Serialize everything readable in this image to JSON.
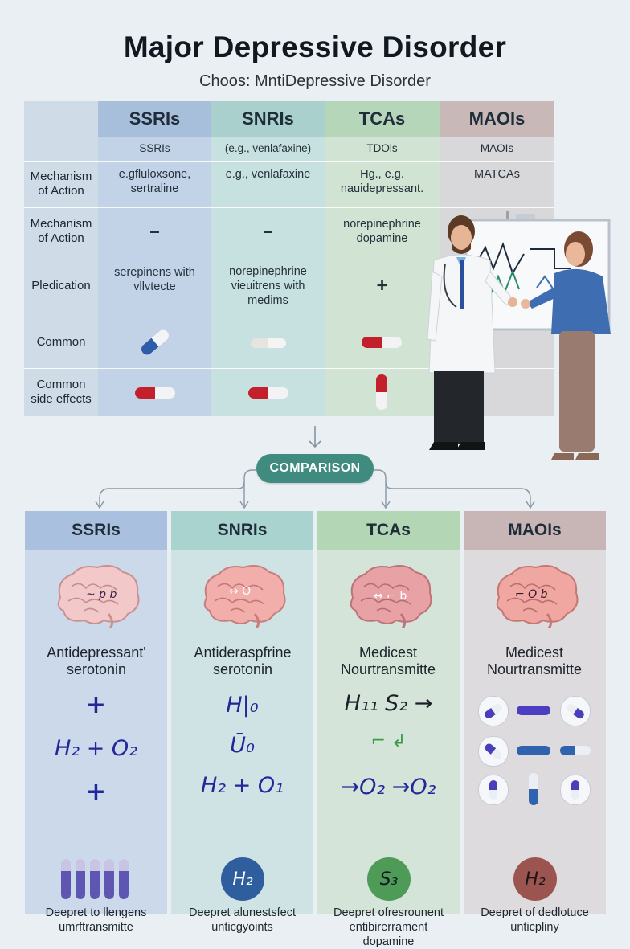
{
  "title": "Major Depressive Disorder",
  "subtitle": "Choos: MntiDepressive Disorder",
  "table": {
    "headers": [
      "SSRIs",
      "SNRIs",
      "TCAs",
      "MAOIs"
    ],
    "header_colors": [
      "#a8bfdc",
      "#a9d0cc",
      "#b6d6ba",
      "#c9b8b8"
    ],
    "rows": [
      {
        "label": "",
        "cells": [
          "SSRIs",
          "(e.g., venlafaxine)",
          "TDOls",
          "MAOIs"
        ]
      },
      {
        "label": "Mechanism of Action",
        "cells": [
          "e.gfluloxsone, sertraline",
          "e.g., venlafaxine",
          "Hg., e.g. nauidepressant.",
          "MATCAs"
        ]
      },
      {
        "label": "Mechanism of Action",
        "cells": [
          "–",
          "–",
          "norepinephrine dopamine",
          ""
        ]
      },
      {
        "label": "Pledication",
        "cells": [
          "serepinens with vllvtecte",
          "norepinephrine vieuitrens with medims",
          "+",
          ""
        ]
      },
      {
        "label": "Common",
        "cells": [
          "",
          "",
          "",
          ""
        ]
      },
      {
        "label": "Common side effects",
        "cells": [
          "",
          "",
          "",
          ""
        ]
      }
    ]
  },
  "comparison_label": "COMPARISON",
  "columns": [
    {
      "name": "SSRIs",
      "head_color": "#a9c0de",
      "body_color": "#ccd9ea",
      "brain_label": "Antidepressant' serotonin",
      "lines": [
        "+",
        "H₂ + O₂",
        "+"
      ],
      "badge": "",
      "description": "Deepret to llengens umrftransmitte"
    },
    {
      "name": "SNRIs",
      "head_color": "#a9d3cf",
      "body_color": "#cfe3e4",
      "brain_label": "Antideraspfrine serotonin",
      "lines": [
        "H|₀",
        "Ū₀",
        "H₂ + O₁"
      ],
      "badge": "H₂",
      "badge_color": "#2f5e9e",
      "description": "Deepret alunestsfect unticgyoints"
    },
    {
      "name": "TCAs",
      "head_color": "#b3d6b5",
      "body_color": "#d5e4d8",
      "brain_label": "Medicest Nourtransmitte",
      "lines": [
        "H₁₁ S₂ →",
        "⌐ ↲",
        "→O₂ →O₂"
      ],
      "badge": "S₃",
      "badge_color": "#4e9a57",
      "description": "Deepret ofresrounent entibirerrament dopamine"
    },
    {
      "name": "MAOIs",
      "head_color": "#c7b6b5",
      "body_color": "#dedbde",
      "brain_label": "Medicest Nourtransmitte",
      "lines": [],
      "badge": "H₂",
      "badge_color": "#9c5450",
      "description": "Deepret of dedlotuce unticpliny"
    }
  ],
  "icons": [
    "down-arrow-icon",
    "brain-icon",
    "capsule-icon",
    "vial-icon",
    "doctor-illustration",
    "whiteboard-icon"
  ]
}
